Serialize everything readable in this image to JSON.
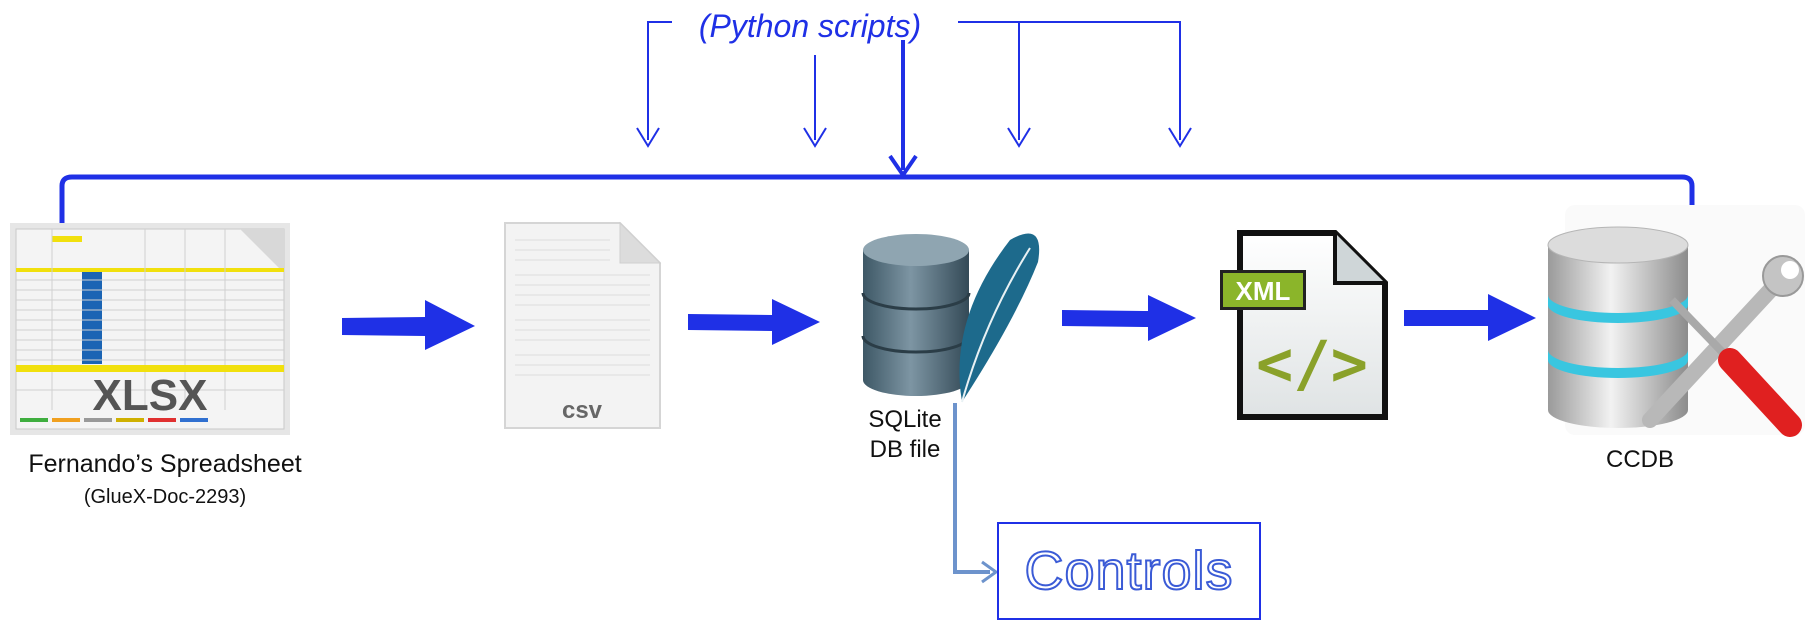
{
  "scripts_label": "(Python scripts)",
  "nodes": {
    "xlsx": {
      "badge": "XLSX",
      "caption": "Fernando’s Spreadsheet",
      "subcaption": "(GlueX-Doc-2293)"
    },
    "csv": {
      "badge": "csv"
    },
    "sqlite": {
      "caption_line1": "SQLite",
      "caption_line2": "DB file"
    },
    "xml": {
      "badge": "XML",
      "symbol": "</>"
    },
    "ccdb": {
      "caption": "CCDB"
    }
  },
  "controls": {
    "label": "Controls"
  },
  "colors": {
    "flow_arrow": "#1f30e6",
    "control_arrow": "#6d93cc",
    "label_blue": "#1f30e6"
  }
}
